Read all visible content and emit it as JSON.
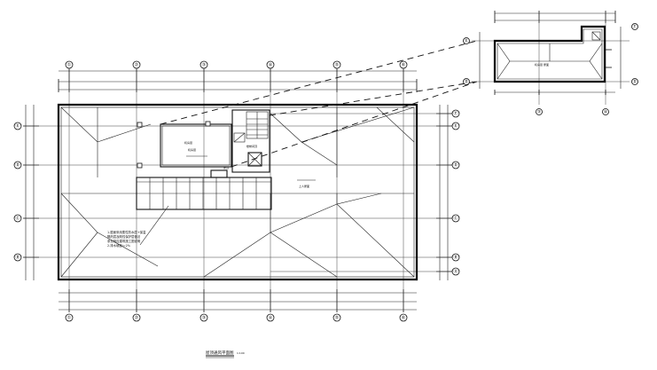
{
  "drawing": {
    "title": "屋顶通风平面图",
    "scale": "1:100"
  },
  "axes": {
    "vertical": [
      "①",
      "②",
      "③",
      "④",
      "⑤",
      "⑥"
    ],
    "horizontal_left": [
      "Ⓔ",
      "Ⓓ",
      "Ⓒ",
      "Ⓑ"
    ],
    "horizontal_right": [
      "Ⓕ",
      "Ⓔ",
      "Ⓓ",
      "Ⓒ",
      "Ⓑ",
      "Ⓐ"
    ],
    "detail_vertical": [
      "③",
      "④"
    ],
    "detail_left": [
      "Ⓔ",
      "Ⓓ"
    ],
    "detail_right": [
      "Ⓕ",
      "Ⓓ"
    ]
  },
  "rooms": {
    "machine_room": "机房层",
    "machine_room_2": "机房层",
    "stair_top": "楼梯间顶",
    "roof": "屋顶",
    "upper_roof": "上人屋面",
    "detail_room": "机房层 屋面"
  },
  "notes": {
    "note_block": [
      "1.屋面采用柔性防水层+保温",
      "隔热层及刚性保护层做法",
      "参见相应建筑施工图说明",
      "2.排水坡度i=2%"
    ]
  },
  "colors": {
    "line": "#111111",
    "background": "#ffffff"
  }
}
